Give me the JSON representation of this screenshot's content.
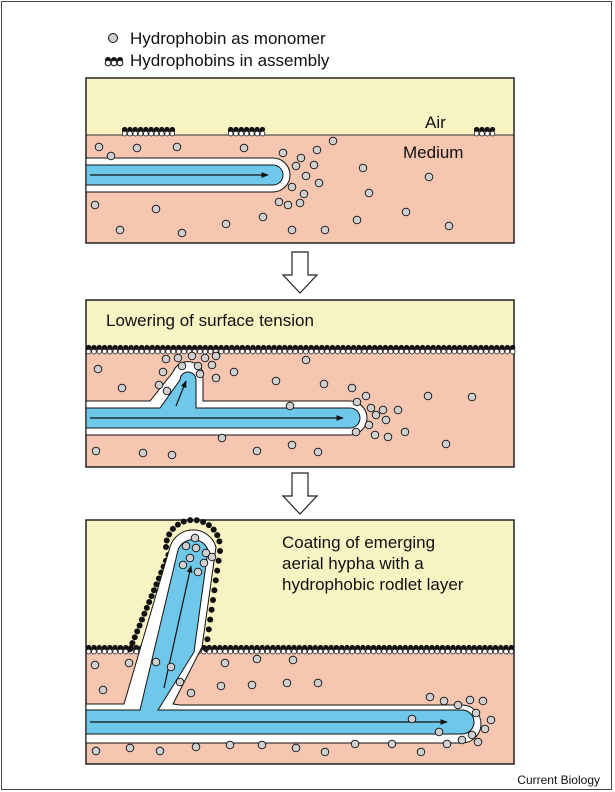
{
  "legend": {
    "monomer_label": "Hydrophobin as monomer",
    "assembly_label": "Hydrophobins in assembly"
  },
  "panel1": {
    "air_label": "Air",
    "medium_label": "Medium"
  },
  "panel2": {
    "caption": "Lowering of surface tension"
  },
  "panel3": {
    "caption_line1": "Coating of emerging",
    "caption_line2": "aerial hypha with a",
    "caption_line3": "hydrophobic rodlet layer"
  },
  "credit": "Current Biology",
  "colors": {
    "air": "#f8f3c3",
    "medium": "#f6c6b0",
    "hypha": "#6fc7ea",
    "monomer": "#d0d0d0",
    "assembly": "#111111"
  }
}
